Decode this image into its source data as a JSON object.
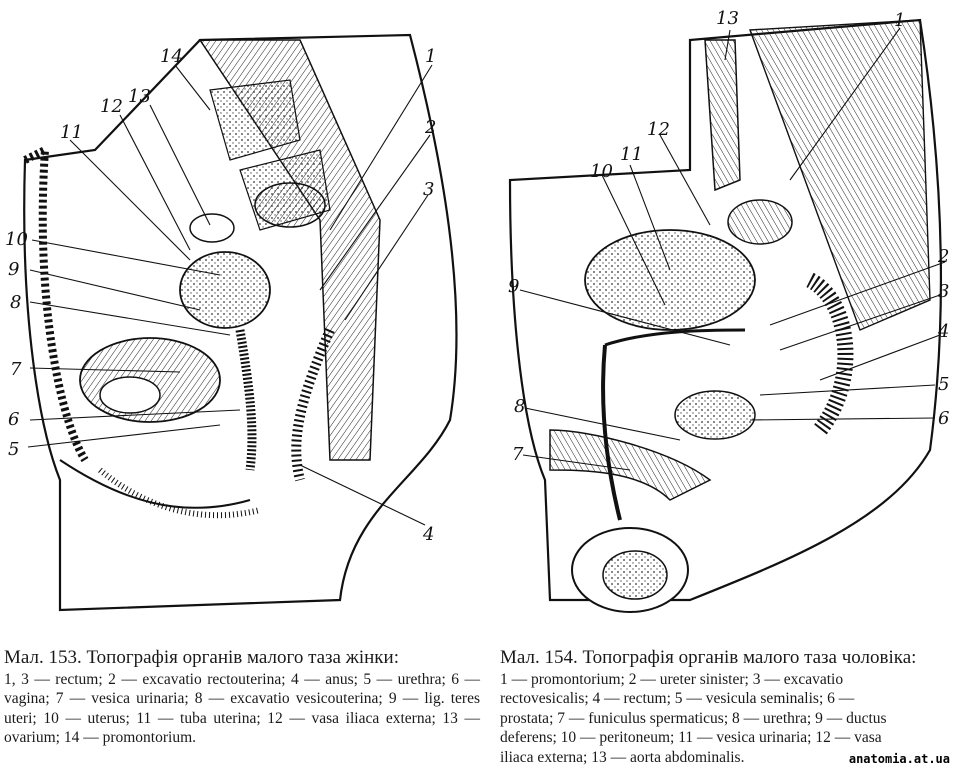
{
  "figure_left": {
    "labels": [
      "1",
      "2",
      "3",
      "4",
      "5",
      "6",
      "7",
      "8",
      "9",
      "10",
      "11",
      "12",
      "13",
      "14"
    ]
  },
  "figure_right": {
    "labels": [
      "1",
      "2",
      "3",
      "4",
      "5",
      "6",
      "7",
      "8",
      "9",
      "10",
      "11",
      "12",
      "13"
    ]
  },
  "caption_left": {
    "title": "Мал. 153. Топографія органів малого таза жінки:",
    "text": "1, 3 — rectum; 2 — excavatio rectouterina; 4 — anus; 5 — urethra; 6 — vagina; 7 — vesica urinaria; 8 — excavatio vesicouterina; 9 — lig. teres uteri; 10 — uterus; 11 — tuba uterina; 12 — vasa iliaca externa; 13 — ovarium; 14 — promontorium."
  },
  "caption_right": {
    "title": "Мал. 154. Топографія органів малого таза чоловіка:",
    "lines": [
      "1 — promontorium; 2 — ureter sinister; 3 — excavatio",
      "rectovesicalis; 4 — rectum; 5 — vesicula seminalis; 6 —",
      "prostata; 7 — funiculus spermaticus; 8 — urethra; 9 — ductus",
      "deferens; 10 — peritoneum; 11 — vesica urinaria; 12 — vasa",
      "iliaca externa; 13 — aorta abdominalis."
    ]
  },
  "watermark": "anatomia.at.ua"
}
